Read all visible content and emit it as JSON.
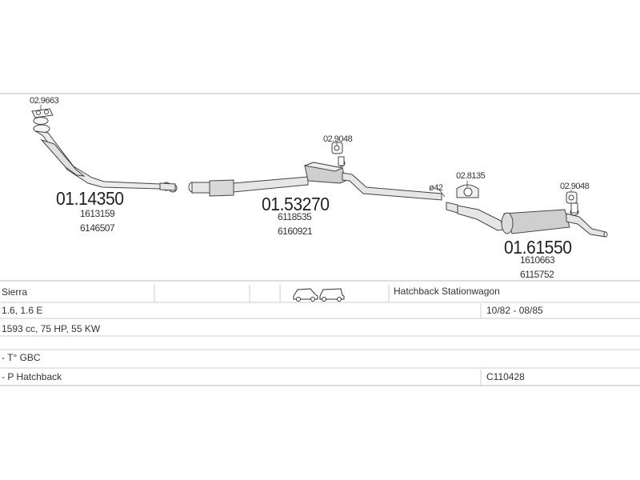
{
  "parts": [
    {
      "number": "01.14350",
      "oem": [
        "1613159",
        "6146507"
      ]
    },
    {
      "number": "01.53270",
      "oem": [
        "6118535",
        "6160921"
      ]
    },
    {
      "number": "01.61550",
      "oem": [
        "1610663",
        "6115752"
      ]
    }
  ],
  "fittings": {
    "flange_gasket": "02.9663",
    "hanger_1": "02.9048",
    "clamp": "02.8135",
    "hanger_2": "02.9048",
    "pipe_diameter": "ø42"
  },
  "vehicle": {
    "model": "Sierra",
    "body_types": "Hatchback Stationwagon",
    "engine": "1.6, 1.6 E",
    "production": "10/82 - 08/85",
    "specs": "1593 cc, 75 HP, 55 KW",
    "note_1": "- T° GBC",
    "note_2": "- P Hatchback",
    "code": "C110428"
  },
  "icons": [
    "hatchback-car-icon",
    "stationwagon-car-icon"
  ]
}
